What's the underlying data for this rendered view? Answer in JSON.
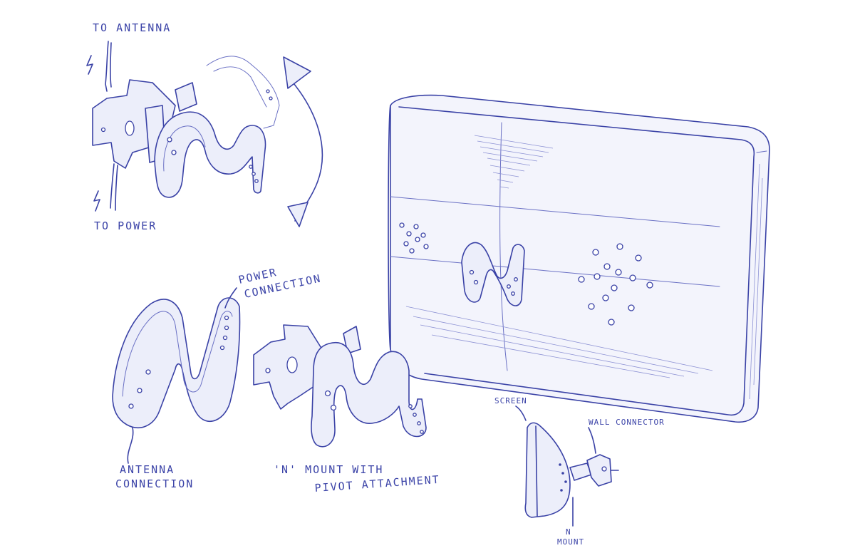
{
  "labels": {
    "to_antenna": "TO ANTENNA",
    "to_power": "TO POWER",
    "power_connection_1": "POWER",
    "power_connection_2": "CONNECTION",
    "antenna_connection_1": "ANTENNA",
    "antenna_connection_2": "CONNECTION",
    "n_mount_1": "'N' MOUNT WITH",
    "n_mount_2": "PIVOT ATTACHMENT",
    "screen": "SCREEN",
    "wall_connector": "WALL CONNECTOR",
    "n_mount_side_1": "N",
    "n_mount_side_2": "MOUNT"
  },
  "colors": {
    "ink": "#3a42a6",
    "paper": "#ffffff"
  }
}
